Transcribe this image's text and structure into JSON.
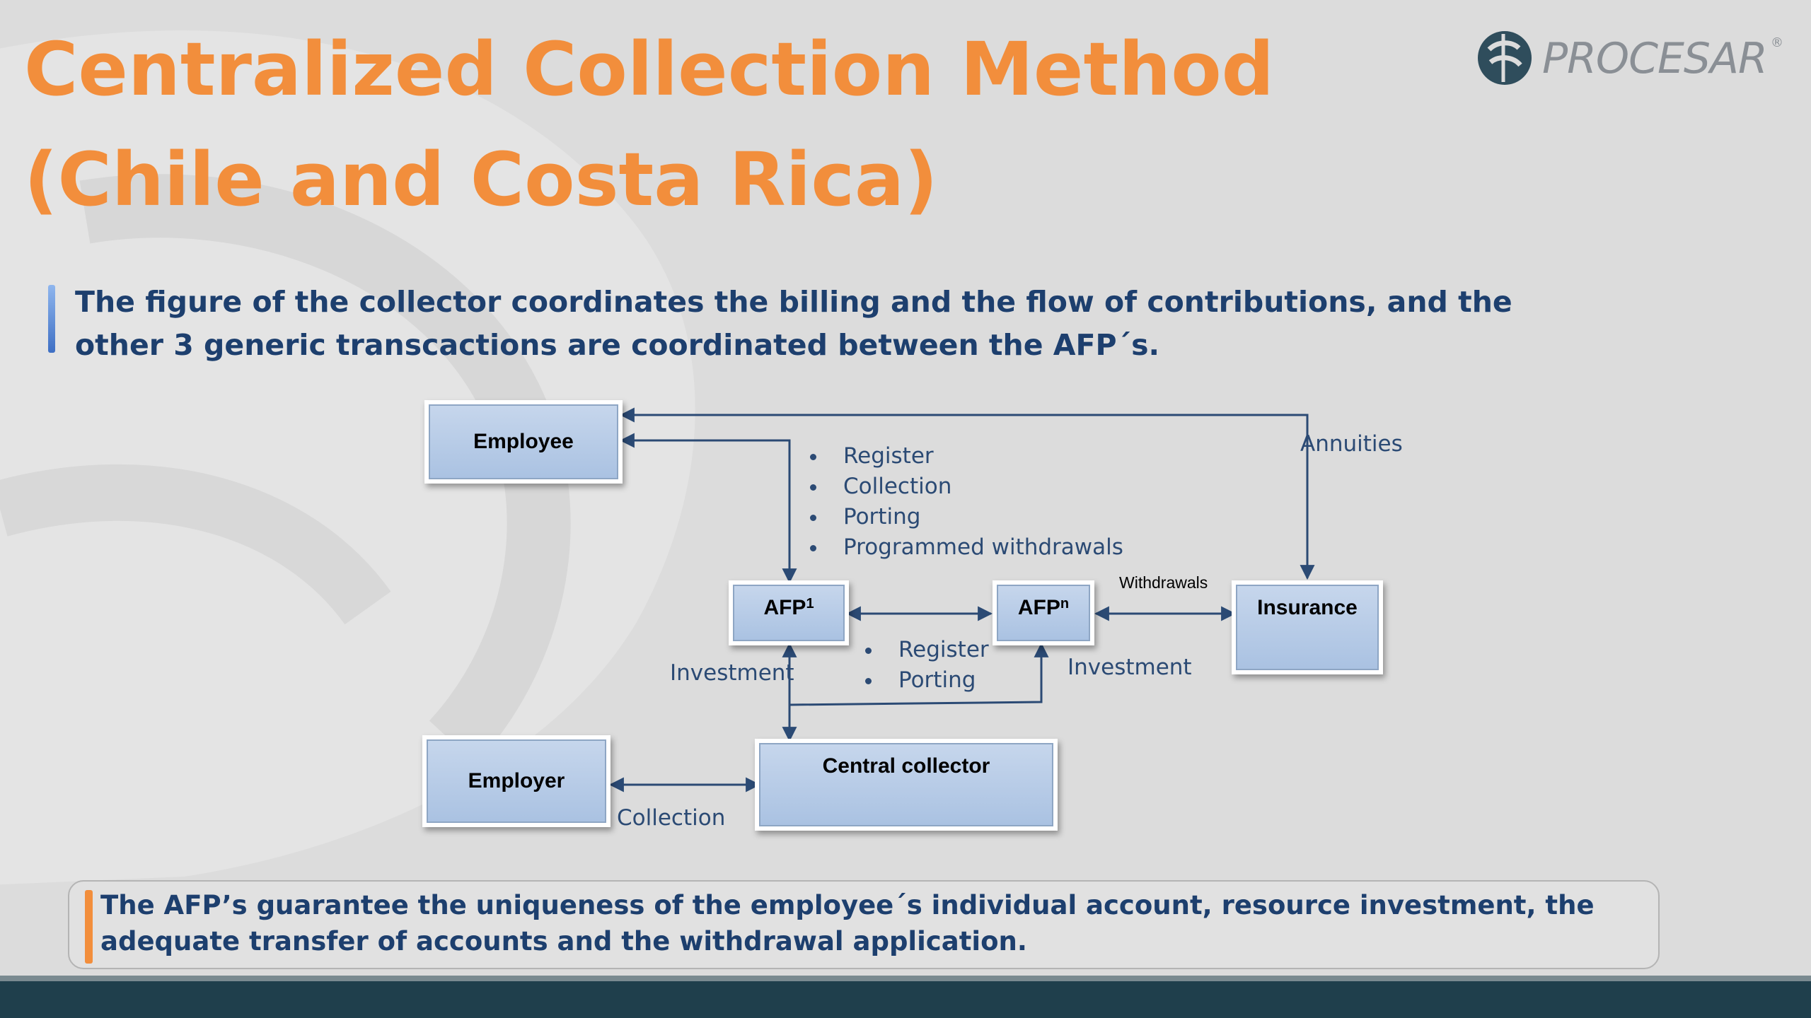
{
  "slide": {
    "title": "Centralized Collection Method (Chile and Costa Rica)",
    "intro": "The figure of the collector coordinates the billing and the flow of contributions, and the other 3 generic transcactions are coordinated between the AFP´s.",
    "bottom_note": "The AFP’s guarantee the uniqueness of the employee´s individual account, resource investment, the adequate transfer of accounts and the withdrawal application."
  },
  "logo": {
    "text": "PROCESAR",
    "reg": "®"
  },
  "diagram": {
    "nodes": {
      "employee": "Employee",
      "afp1": "AFP",
      "afp1_sub": "1",
      "afpn": "AFP",
      "afpn_sub": "n",
      "insurance": "Insurance",
      "employer": "Employer",
      "central": "Central collector"
    },
    "labels": {
      "annuities": "Annuities",
      "withdrawals": "Withdrawals",
      "investment_left": "Investment",
      "investment_right": "Investment",
      "collection": "Collection"
    },
    "top_bullets": [
      "Register",
      "Collection",
      "Porting",
      "Programmed withdrawals"
    ],
    "mid_bullets": [
      "Register",
      "Porting"
    ]
  },
  "colors": {
    "title": "#f28e3c",
    "text_blue": "#1d3f6e",
    "arrow": "#2b4a74",
    "box_fill": "#b8cbe6",
    "footer": "#1f3f4c"
  }
}
